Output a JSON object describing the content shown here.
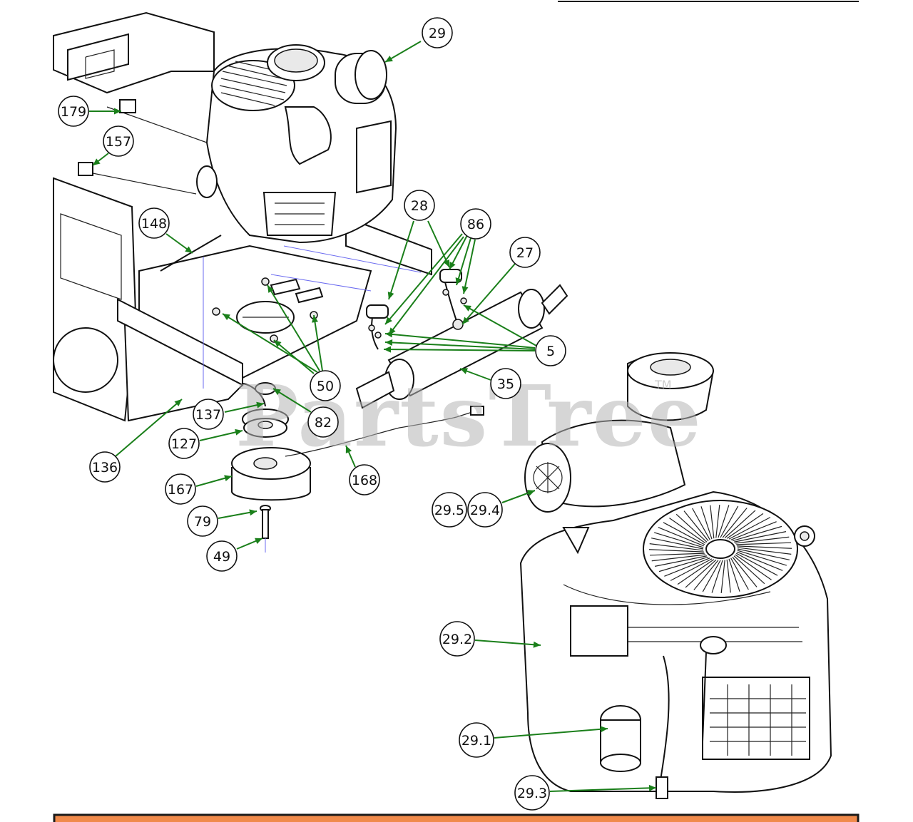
{
  "colors": {
    "leader": "#1a7f1a",
    "footer_fill": "#f08a4b",
    "footer_border": "#1a1a1a",
    "watermark": "#b5b5b5"
  },
  "watermark": {
    "text": "PartsTree",
    "tm": "TM"
  },
  "callouts": [
    {
      "label": "29"
    },
    {
      "label": "179"
    },
    {
      "label": "157"
    },
    {
      "label": "148"
    },
    {
      "label": "28"
    },
    {
      "label": "86"
    },
    {
      "label": "27"
    },
    {
      "label": "5"
    },
    {
      "label": "35"
    },
    {
      "label": "50"
    },
    {
      "label": "82"
    },
    {
      "label": "137"
    },
    {
      "label": "127"
    },
    {
      "label": "136"
    },
    {
      "label": "168"
    },
    {
      "label": "167"
    },
    {
      "label": "79"
    },
    {
      "label": "49"
    },
    {
      "label": "29.5"
    },
    {
      "label": "29.4"
    },
    {
      "label": "29.2"
    },
    {
      "label": "29.1"
    },
    {
      "label": "29.3"
    }
  ]
}
